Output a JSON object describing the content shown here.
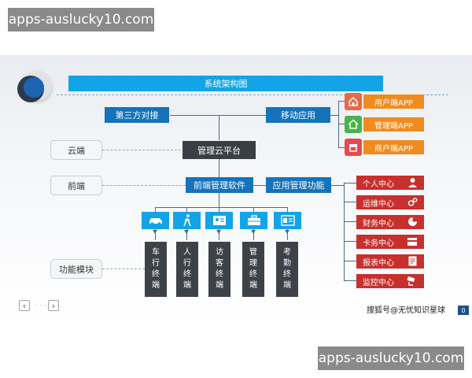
{
  "watermark": {
    "top": "apps-auslucky10.com",
    "bottom": "apps-auslucky10.com"
  },
  "diagram": {
    "title": "系统架构图",
    "third_party": "第三方对接",
    "mobile": "移动应用",
    "cloud_platform": "管理云平台",
    "front_software": "前端管理软件",
    "app_functions": "应用管理功能",
    "layers": {
      "cloud": "云端",
      "front": "前端",
      "modules": "功能模块"
    },
    "apps": [
      {
        "label": "用户端APP",
        "color": "#e8694a",
        "icon": "home-icon"
      },
      {
        "label": "管理端APP",
        "color": "#49b34a",
        "icon": "house-icon"
      },
      {
        "label": "商户端APP",
        "color": "#e64b4b",
        "icon": "store-icon"
      }
    ],
    "terminals": [
      {
        "label": "车行终端",
        "chars": [
          "车",
          "行",
          "终",
          "端"
        ],
        "icon": "car-icon"
      },
      {
        "label": "人行终端",
        "chars": [
          "人",
          "行",
          "终",
          "端"
        ],
        "icon": "pedestrian-icon"
      },
      {
        "label": "访客终端",
        "chars": [
          "访",
          "客",
          "终",
          "端"
        ],
        "icon": "id-card-icon"
      },
      {
        "label": "管理终端",
        "chars": [
          "管",
          "理",
          "终",
          "端"
        ],
        "icon": "briefcase-icon"
      },
      {
        "label": "考勤终端",
        "chars": [
          "考",
          "勤",
          "终",
          "端"
        ],
        "icon": "attendance-card-icon"
      }
    ],
    "functions": [
      {
        "label": "个人中心",
        "icon": "person-icon"
      },
      {
        "label": "运维中心",
        "icon": "gears-icon"
      },
      {
        "label": "财务中心",
        "icon": "pie-chart-icon"
      },
      {
        "label": "卡务中心",
        "icon": "card-icon"
      },
      {
        "label": "报表中心",
        "icon": "document-icon"
      },
      {
        "label": "监控中心",
        "icon": "camera-icon"
      }
    ]
  },
  "pager": {
    "prev": "‹",
    "dots": "- - -",
    "next": "›"
  },
  "source_credit": "搜狐号@无忧知识星球",
  "source_badge": "0"
}
